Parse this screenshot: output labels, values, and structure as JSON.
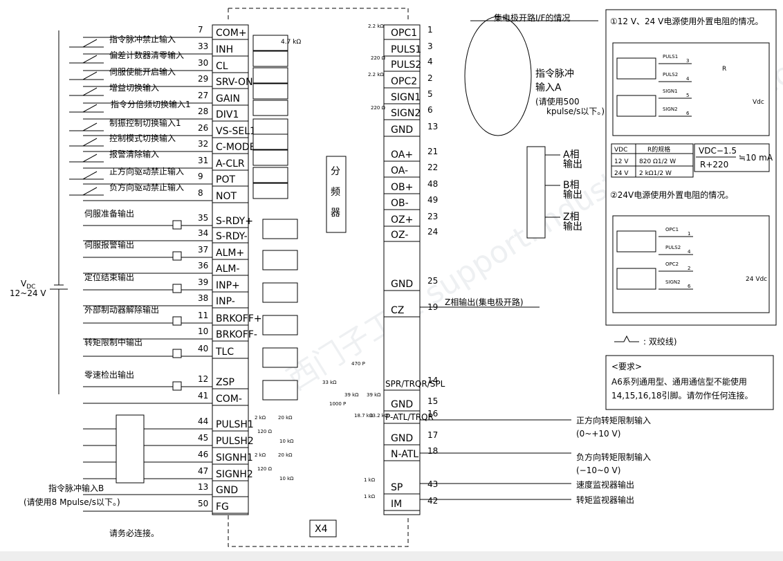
{
  "left_pins": [
    {
      "num": "7",
      "label": "COM+"
    },
    {
      "num": "33",
      "label": "INH"
    },
    {
      "num": "30",
      "label": "CL"
    },
    {
      "num": "29",
      "label": "SRV-ON"
    },
    {
      "num": "27",
      "label": "GAIN"
    },
    {
      "num": "28",
      "label": "DIV1"
    },
    {
      "num": "26",
      "label": "VS-SEL1"
    },
    {
      "num": "32",
      "label": "C-MODE"
    },
    {
      "num": "31",
      "label": "A-CLR"
    },
    {
      "num": "9",
      "label": "POT"
    },
    {
      "num": "8",
      "label": "NOT"
    },
    {
      "num": "35",
      "label": "S-RDY+"
    },
    {
      "num": "34",
      "label": "S-RDY-"
    },
    {
      "num": "37",
      "label": "ALM+"
    },
    {
      "num": "36",
      "label": "ALM-"
    },
    {
      "num": "39",
      "label": "INP+"
    },
    {
      "num": "38",
      "label": "INP-"
    },
    {
      "num": "11",
      "label": "BRKOFF+"
    },
    {
      "num": "10",
      "label": "BRKOFF-"
    },
    {
      "num": "40",
      "label": "TLC"
    },
    {
      "num": "12",
      "label": "ZSP"
    },
    {
      "num": "41",
      "label": "COM-"
    },
    {
      "num": "44",
      "label": "PULSH1"
    },
    {
      "num": "45",
      "label": "PULSH2"
    },
    {
      "num": "46",
      "label": "SIGNH1"
    },
    {
      "num": "47",
      "label": "SIGNH2"
    },
    {
      "num": "13",
      "label": "GND"
    },
    {
      "num": "50",
      "label": "FG"
    }
  ],
  "right_pins": [
    {
      "num": "1",
      "label": "OPC1"
    },
    {
      "num": "3",
      "label": "PULS1"
    },
    {
      "num": "4",
      "label": "PULS2"
    },
    {
      "num": "2",
      "label": "OPC2"
    },
    {
      "num": "5",
      "label": "SIGN1"
    },
    {
      "num": "6",
      "label": "SIGN2"
    },
    {
      "num": "13",
      "label": "GND"
    },
    {
      "num": "21",
      "label": "OA+"
    },
    {
      "num": "22",
      "label": "OA-"
    },
    {
      "num": "48",
      "label": "OB+"
    },
    {
      "num": "49",
      "label": "OB-"
    },
    {
      "num": "23",
      "label": "OZ+"
    },
    {
      "num": "24",
      "label": "OZ-"
    },
    {
      "num": "25",
      "label": "GND"
    },
    {
      "num": "19",
      "label": "CZ"
    },
    {
      "num": "14",
      "label": "SPR/TRQR/SPL"
    },
    {
      "num": "15",
      "label": "GND"
    },
    {
      "num": "16",
      "label": "P-ATL/TRQR"
    },
    {
      "num": "17",
      "label": "GND"
    },
    {
      "num": "18",
      "label": "N-ATL"
    },
    {
      "num": "43",
      "label": "SP"
    },
    {
      "num": "42",
      "label": "IM"
    }
  ],
  "input_signals": [
    "指令脉冲禁止输入",
    "偏差计数器清零输入",
    "伺服使能开启输入",
    "增益切换输入",
    "指令分倍频切换输入1",
    "制振控制切换输入1",
    "控制模式切换输入",
    "报警清除输入",
    "正方向驱动禁止输入",
    "负方向驱动禁止输入"
  ],
  "output_signals": [
    "伺服准备输出",
    "伺服报警输出",
    "定位结束输出",
    "外部制动器解除输出",
    "转矩限制中输出",
    "零速检出输出"
  ],
  "supply_label_top": "V",
  "supply_label_sub": "DC",
  "supply_range": "12~24 V",
  "resistor_4k7": "4.7 kΩ",
  "res_2k2": "2.2 kΩ",
  "res_220": "220 Ω",
  "res_1k": "1 kΩ",
  "res_20k": "20 kΩ",
  "res_2k": "2 kΩ",
  "res_120": "120 Ω",
  "res_10k": "10 kΩ",
  "res_33k": "33 kΩ",
  "res_39k": "39 kΩ",
  "res_470p": "470 P",
  "res_1000p": "1000 P",
  "res_187": "18.7 kΩ",
  "res_332": "33.2 kΩ",
  "open_collector_title": "集电极开路I/F的情况",
  "pulse_a_lines": [
    "指令脉冲",
    "输入A",
    "(请使用500",
    "kpulse/s以下。)"
  ],
  "divider_label": [
    "分",
    "频",
    "器"
  ],
  "phase_a": [
    "A相",
    "输出"
  ],
  "phase_b": [
    "B相",
    "输出"
  ],
  "phase_z": [
    "Z相",
    "输出"
  ],
  "z_open_collector": "Z相输出(集电极开路)",
  "twisted_pair": ": 双绞线)",
  "requirement_title": "<要求>",
  "requirement_lines": [
    "A6系列通用型、通用通信型不能使用",
    "14,15,16,18引脚。请勿作任何连接。"
  ],
  "positive_torque": [
    "正方向转矩限制输入",
    "(0~+10 V)"
  ],
  "negative_torque": [
    "负方向转矩限制输入",
    "(−10~0 V)"
  ],
  "speed_monitor": "速度监视器输出",
  "torque_monitor": "转矩监视器输出",
  "pulse_b_lines": [
    "指令脉冲输入B",
    "(请使用8 Mpulse/s以下。)"
  ],
  "must_connect": "请务必连接。",
  "x4_label": "X4",
  "case1_title": "①12 V、24 V电源使用外置电阻的情况。",
  "case2_title": "②24V电源使用外置电阻的情况。",
  "r_label": "R",
  "vdc_label": "Vdc",
  "vdc_24": "24 Vdc",
  "table_header": [
    "VDC",
    "R的规格"
  ],
  "table_rows": [
    [
      "12 V",
      "820 Ω1/2 W"
    ],
    [
      "24 V",
      "2 kΩ1/2 W"
    ]
  ],
  "formula_num": "VDC−1.5",
  "formula_den": "R+220",
  "formula_result": "≒10 mA",
  "mini_pins_case1": [
    "PULS1",
    "PULS2",
    "SIGN1",
    "SIGN2"
  ],
  "mini_pins_case2": [
    "OPC1",
    "PULS2",
    "OPC2",
    "SIGN2"
  ],
  "mini_nums_case1": [
    "3",
    "4",
    "5",
    "6"
  ],
  "mini_nums_case2": [
    "1",
    "4",
    "2",
    "6"
  ],
  "watermark": "西门子工业 support.industry.siemens.com/cs"
}
